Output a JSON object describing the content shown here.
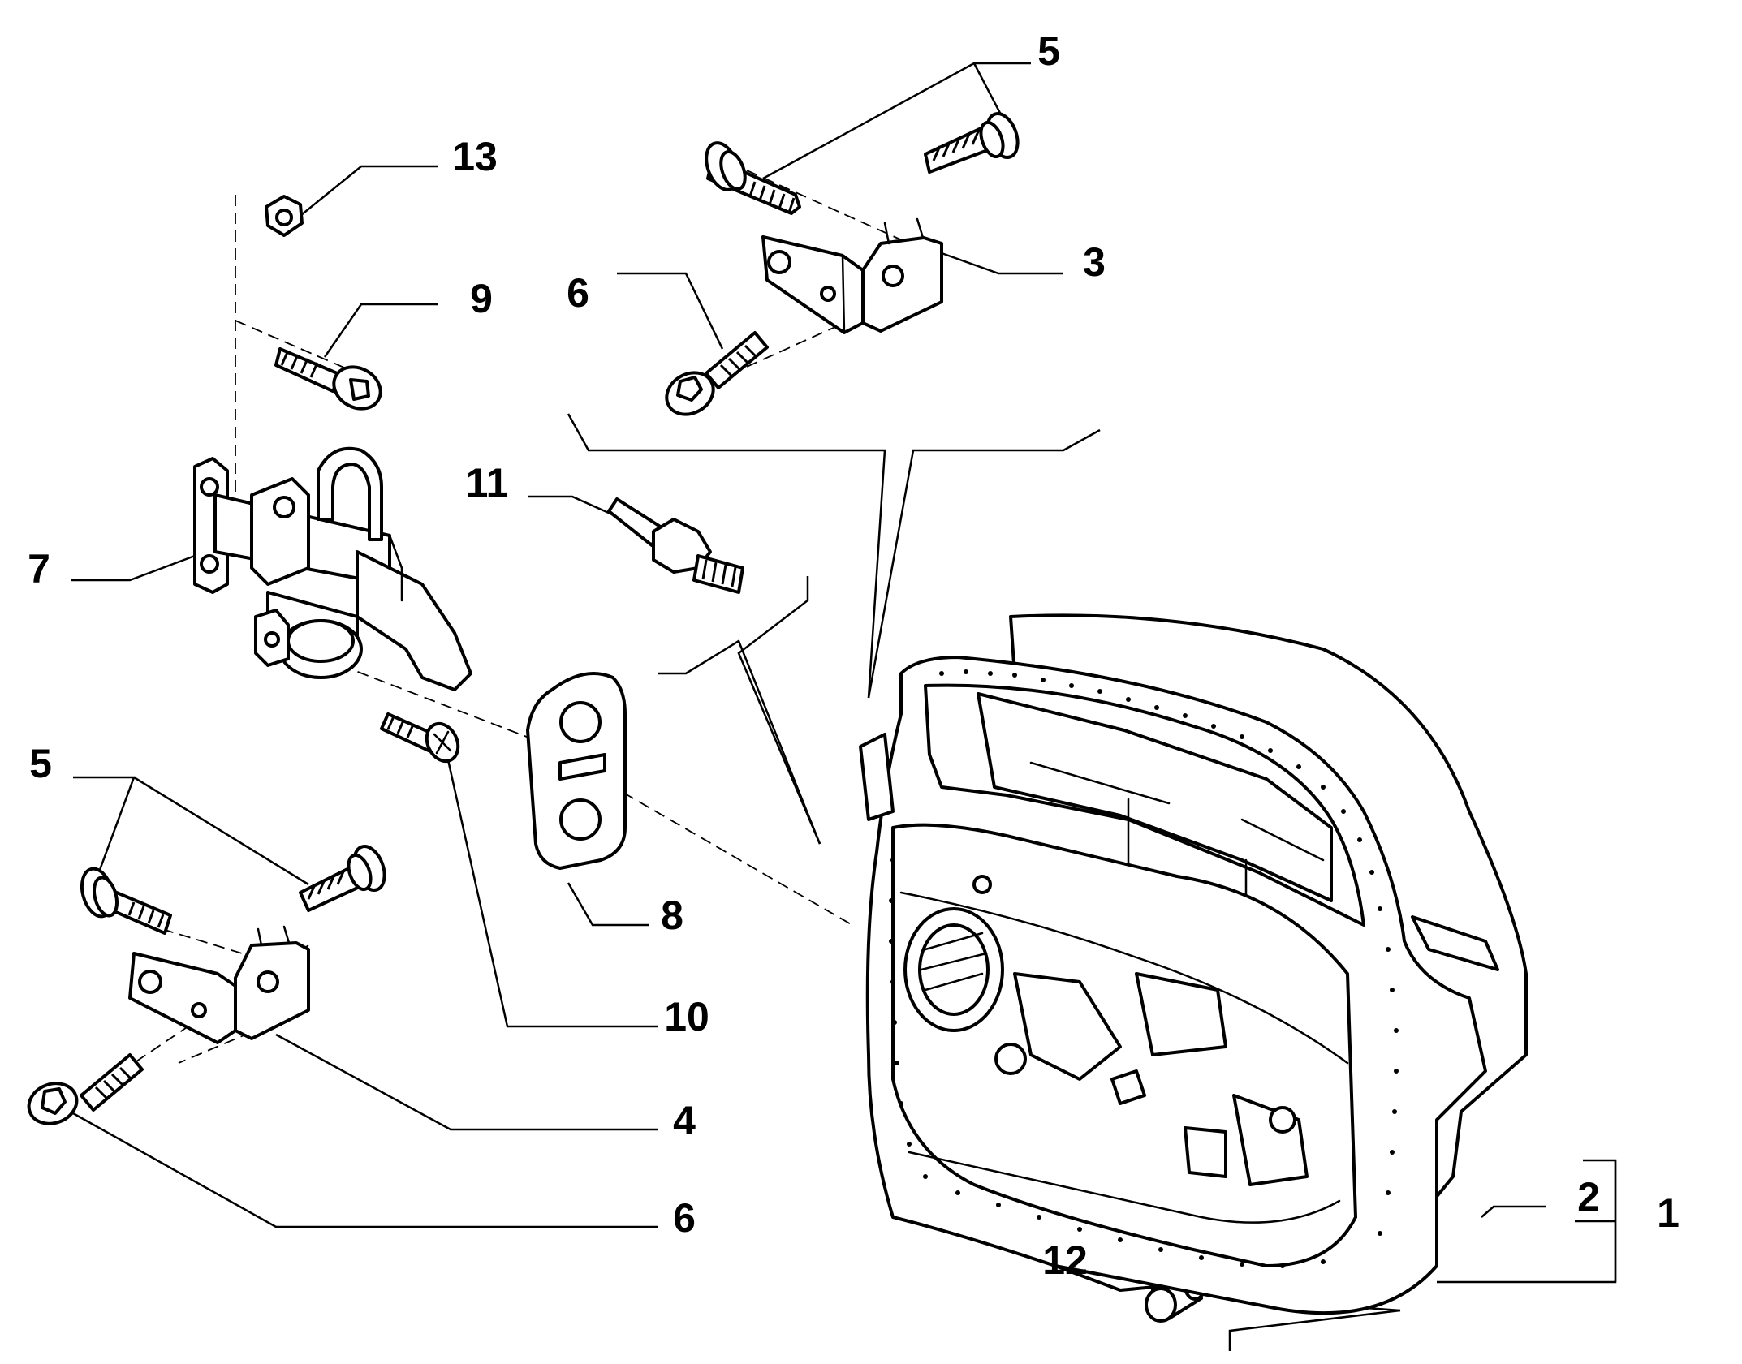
{
  "callouts": {
    "c1": "1",
    "c2": "2",
    "c3": "3",
    "c4": "4",
    "c5_top": "5",
    "c5_left": "5",
    "c6_top": "6",
    "c6_bottom": "6",
    "c7": "7",
    "c8": "8",
    "c9": "9",
    "c10": "10",
    "c11": "11",
    "c12": "12",
    "c13": "13"
  },
  "colors": {
    "ink": "#000000",
    "paper": "#ffffff"
  }
}
